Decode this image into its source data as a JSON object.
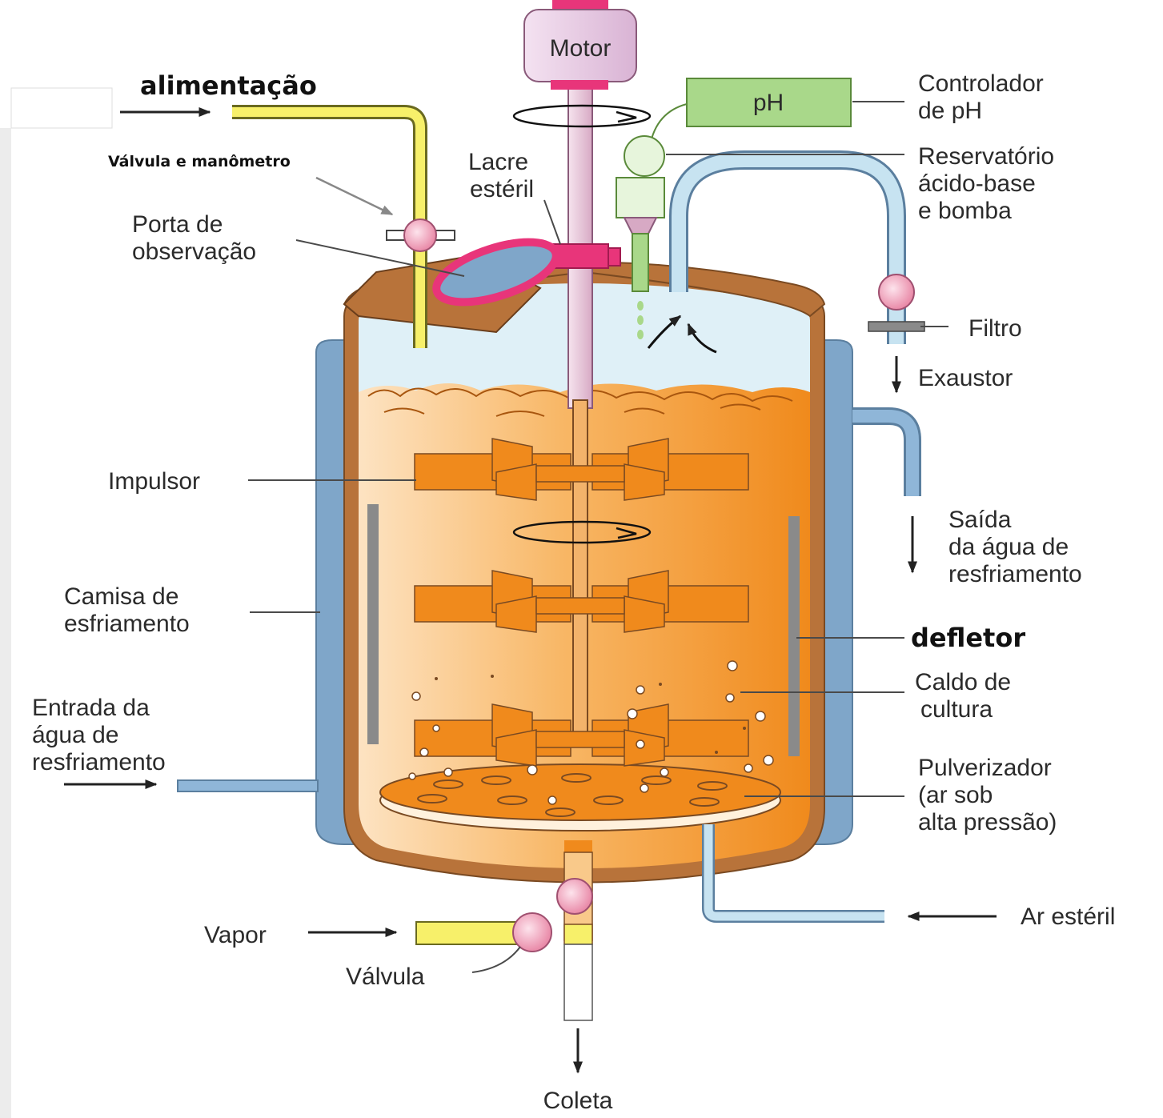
{
  "labels": {
    "motor": "Motor",
    "alimentacao": "alimentação",
    "valvula_manometro": "Válvula e manômetro",
    "lacre_1": "Lacre",
    "lacre_2": "estéril",
    "porta_1": "Porta de",
    "porta_2": "observação",
    "ph": "pH",
    "controlador_1": "Controlador",
    "controlador_2": "de pH",
    "reservatorio_1": "Reservatório",
    "reservatorio_2": "ácido-base",
    "reservatorio_3": "e bomba",
    "filtro": "Filtro",
    "exaustor": "Exaustor",
    "impulsor": "Impulsor",
    "saida_1": "Saída",
    "saida_2": "da água de",
    "saida_3": "resfriamento",
    "camisa_1": "Camisa de",
    "camisa_2": "esfriamento",
    "defletor": "defletor",
    "caldo_1": "Caldo de",
    "caldo_2": "cultura",
    "entrada_1": "Entrada da",
    "entrada_2": "água de",
    "entrada_3": "resfriamento",
    "pulverizador_1": "Pulverizador",
    "pulverizador_2": "(ar sob",
    "pulverizador_3": "alta pressão)",
    "ar_esteril": "Ar estéril",
    "vapor": "Vapor",
    "valvula": "Válvula",
    "coleta": "Coleta"
  },
  "colors": {
    "culture": "#f08a1c",
    "culture_light": "#fde9cf",
    "vessel_wall": "#b8733a",
    "jacket": "#7fa6c9",
    "headspace": "#dff0f7",
    "shaft": "#e9c6dc",
    "motor": "#ead0e6",
    "ph_box": "#a9d88a",
    "feed_pipe": "#f7f06a",
    "valve": "#f2a8c0",
    "seal": "#e8357a",
    "baffle": "#8a8a8a"
  }
}
